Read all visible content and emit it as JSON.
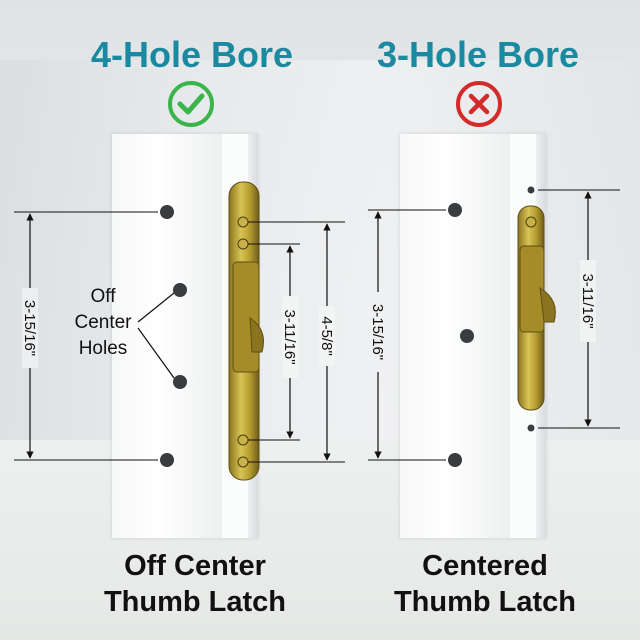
{
  "left": {
    "title": "4-Hole Bore",
    "status_icon": "check-circle-icon",
    "status_color": "#3bb54a",
    "dim_outer": "3-15/16\"",
    "dim_inner": "3-11/16\"",
    "dim_total": "4-5/8\"",
    "callout_line1": "Off",
    "callout_line2": "Center",
    "callout_line3": "Holes",
    "caption_line1": "Off Center",
    "caption_line2": "Thumb Latch"
  },
  "right": {
    "title": "3-Hole Bore",
    "status_icon": "x-circle-icon",
    "status_color": "#d42a2a",
    "dim_outer": "3-15/16\"",
    "dim_inner": "3-11/16\"",
    "caption_line1": "Centered",
    "caption_line2": "Thumb Latch"
  },
  "colors": {
    "title": "#1a8aa0",
    "brass": "#b8a030"
  }
}
